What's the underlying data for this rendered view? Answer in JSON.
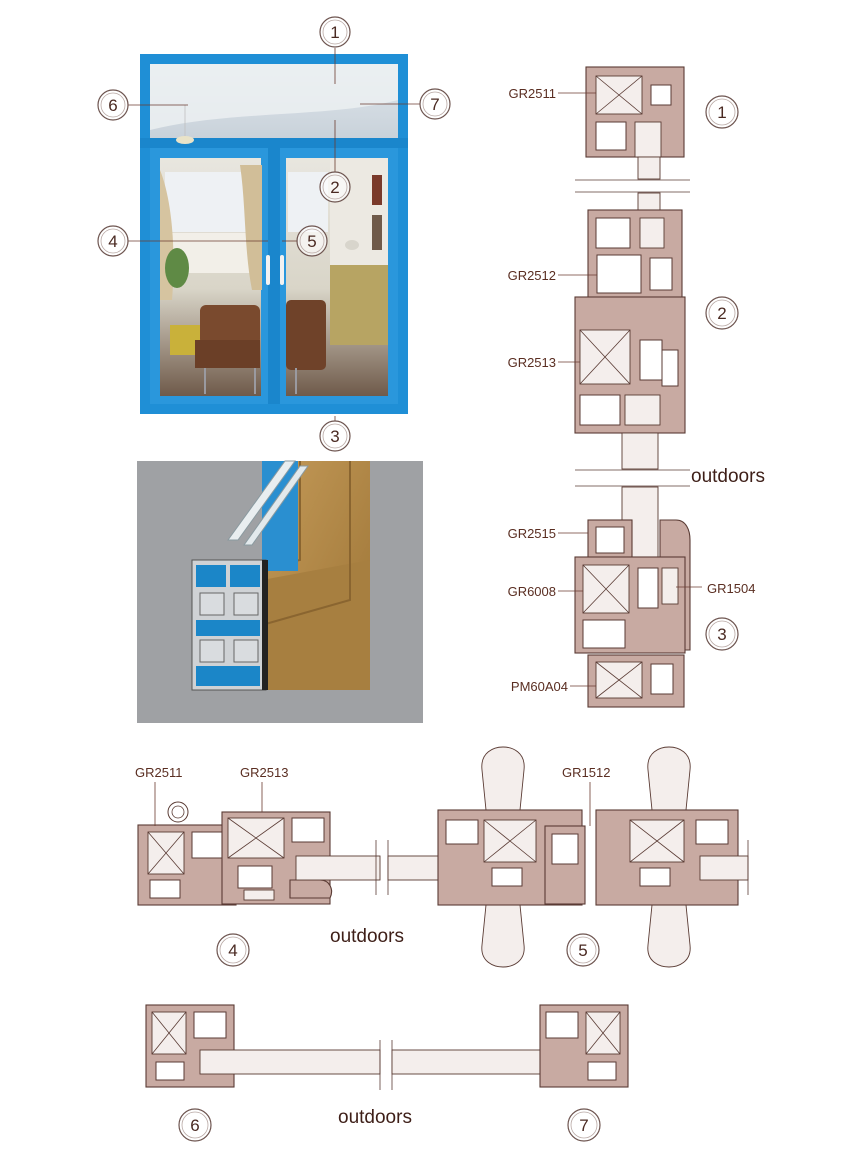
{
  "markers": {
    "n1": "1",
    "n2": "2",
    "n3": "3",
    "n4": "4",
    "n5": "5",
    "n6": "6",
    "n7": "7"
  },
  "labels": {
    "gr2511": "GR2511",
    "gr2512": "GR2512",
    "gr2513": "GR2513",
    "gr2515": "GR2515",
    "gr6008": "GR6008",
    "gr1504": "GR1504",
    "pm60a04": "PM60A04",
    "gr1512": "GR1512",
    "outdoors": "outdoors"
  },
  "colors": {
    "window_frame": "#1f8fd6",
    "profile_fill": "#c8aaa2",
    "profile_stroke": "#5a3b34",
    "label_text": "#5a2e22",
    "render_background": "#9fa1a4",
    "wood_finish": "#b48a4a"
  }
}
